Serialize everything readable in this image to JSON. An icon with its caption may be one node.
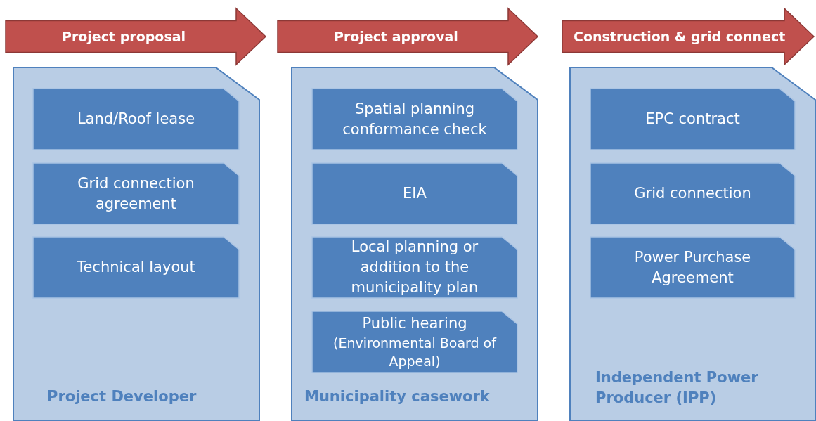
{
  "diagram": {
    "nodes": [
      {
        "text": [
          "Project proposal"
        ]
      },
      {
        "text": [
          "Project approval"
        ]
      },
      {
        "text": [
          "Construction & grid connect"
        ]
      },
      {
        "text": [
          "Project Developer"
        ]
      },
      {
        "text": [
          "Land/Roof lease"
        ],
        "in": 3
      },
      {
        "text": [
          "Grid connection agreement"
        ],
        "in": 3
      },
      {
        "text": [
          "Technical layout"
        ],
        "in": 3
      },
      {
        "text": [
          "Municipality casework"
        ]
      },
      {
        "text": [
          "Spatial planning conformance check"
        ],
        "in": 7
      },
      {
        "text": [
          "EIA"
        ],
        "in": 7
      },
      {
        "text": [
          "Local planning or addition to the municipality plan"
        ],
        "in": 7
      },
      {
        "text": [
          "Public hearing",
          "(Environmental Board of Appeal)"
        ],
        "in": 7
      },
      {
        "text": [
          "Independent Power Producer (IPP)"
        ]
      },
      {
        "text": [
          "EPC contract"
        ],
        "in": 12
      },
      {
        "text": [
          "Grid connection"
        ],
        "in": 12
      },
      {
        "text": [
          "Power Purchase Agreement"
        ],
        "in": 12
      }
    ],
    "edges": []
  }
}
